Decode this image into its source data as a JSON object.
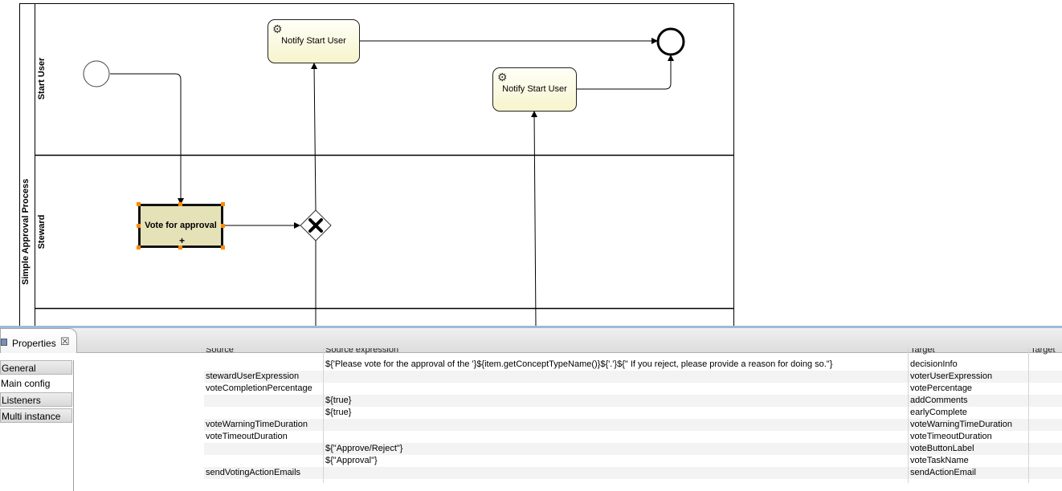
{
  "diagram": {
    "pool_label": "Simple Approval Process",
    "lanes": [
      "Start User",
      "Steward"
    ],
    "tasks": {
      "notify1": "Notify Start User",
      "notify2": "Notify Start User",
      "vote": "Vote for approval"
    },
    "icons": {
      "service_task": "gear-icon",
      "gateway": "exclusive-gateway-x"
    }
  },
  "properties": {
    "view_title": "Properties",
    "side_tabs": [
      "General",
      "Main config",
      "Listeners",
      "Multi instance"
    ],
    "active_tab": "Main config",
    "columns": [
      "Source",
      "Source expression",
      "Target",
      "Target"
    ],
    "rows": [
      [
        "",
        "${'Please vote for the approval of the '}${item.getConceptTypeName()}${'.'}${\" If you reject, please provide a reason for doing so.\"}",
        "decisionInfo",
        ""
      ],
      [
        "stewardUserExpression",
        "",
        "voterUserExpression",
        ""
      ],
      [
        "voteCompletionPercentage",
        "",
        "votePercentage",
        ""
      ],
      [
        "",
        "${true}",
        "addComments",
        ""
      ],
      [
        "",
        "${true}",
        "earlyComplete",
        ""
      ],
      [
        "voteWarningTimeDuration",
        "",
        "voteWarningTimeDuration",
        ""
      ],
      [
        "voteTimeoutDuration",
        "",
        "voteTimeoutDuration",
        ""
      ],
      [
        "",
        "${\"Approve/Reject\"}",
        "voteButtonLabel",
        ""
      ],
      [
        "",
        "${\"Approval\"}",
        "voteTaskName",
        ""
      ],
      [
        "sendVotingActionEmails",
        "",
        "sendActionEmail",
        ""
      ]
    ]
  }
}
